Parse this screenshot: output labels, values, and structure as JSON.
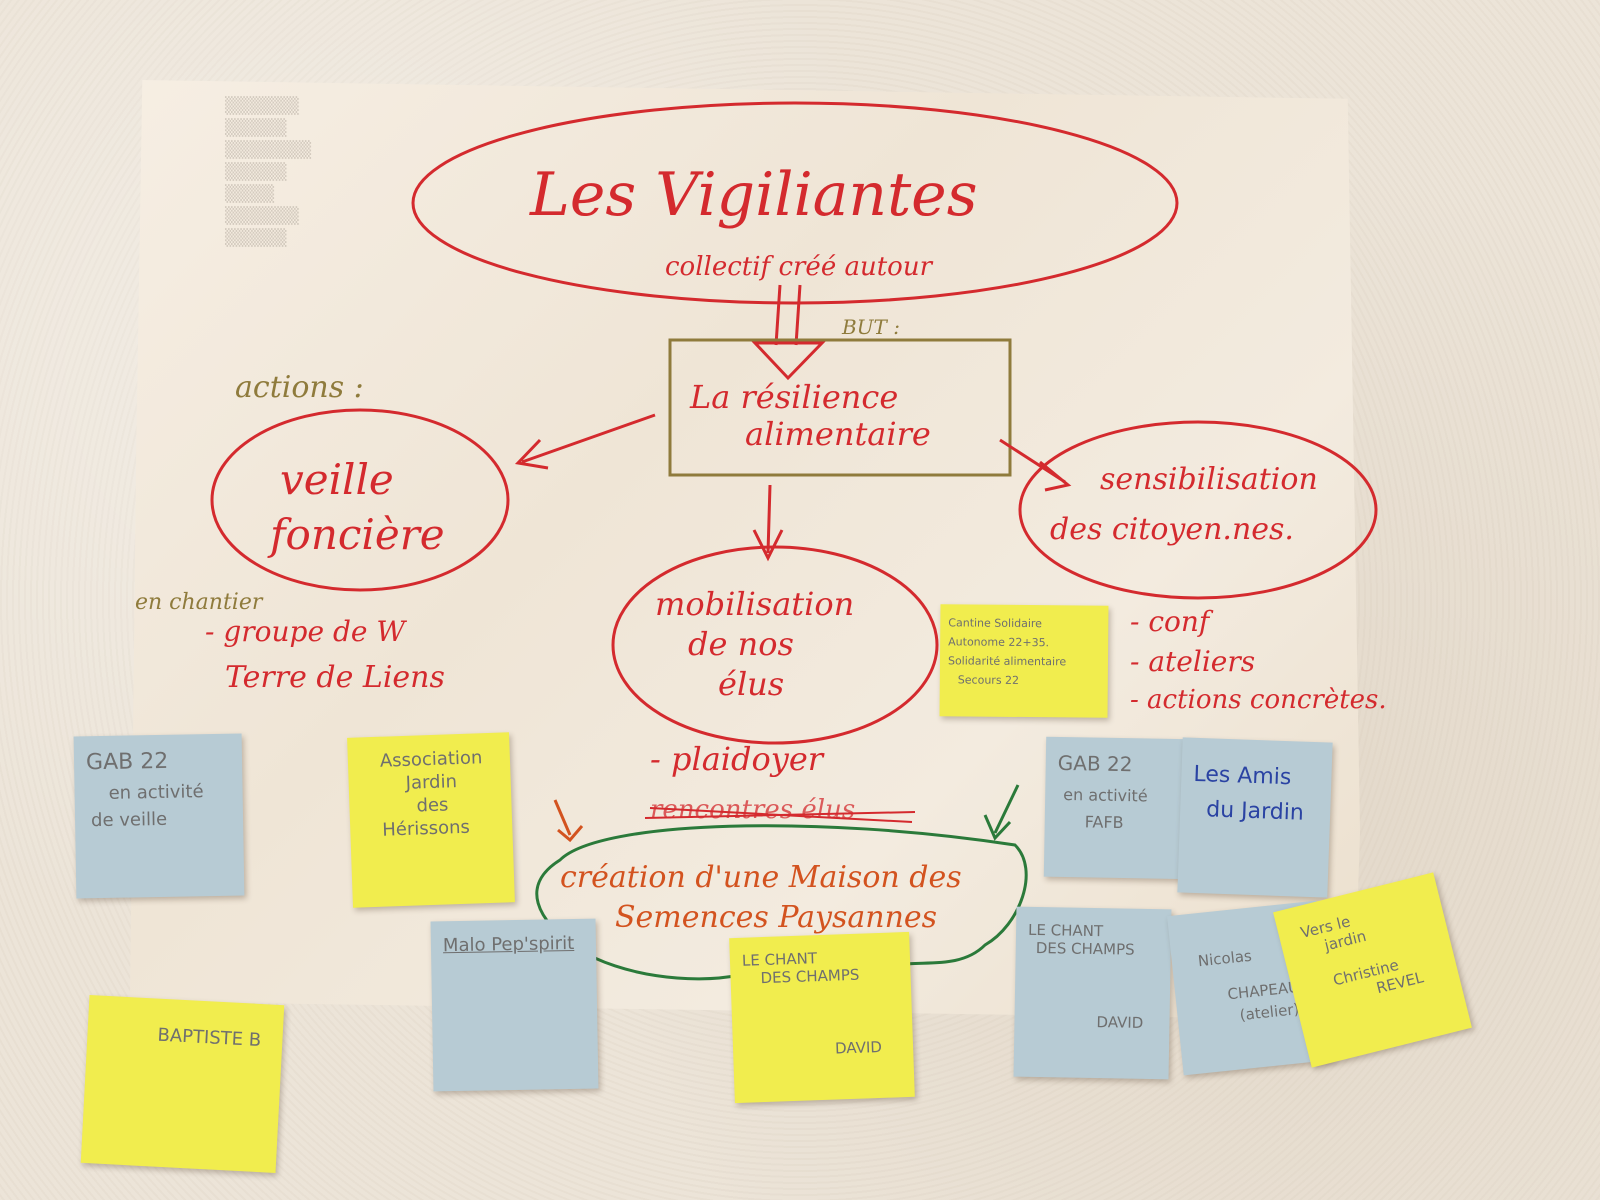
{
  "poster": {
    "title": "Les Vigiliantes",
    "subtitle": "collectif créé autour",
    "but_label": "BUT :",
    "goal_line1": "La résilience",
    "goal_line2": "alimentaire",
    "actions_label": "actions :",
    "veille_line1": "veille",
    "veille_line2": "foncière",
    "veille_note_olive": "en chantier",
    "veille_note_red": "- groupe de W",
    "terre_de_liens": "Terre de Liens",
    "mobilisation_line1": "mobilisation",
    "mobilisation_line2": "de nos",
    "mobilisation_line3": "élus",
    "plaidoyer": "- plaidoyer",
    "scratched": "rencontres élus",
    "sensibilisation_line1": "sensibilisation",
    "sensibilisation_line2": "des citoyen.nes.",
    "sensib_items": [
      "- conf",
      "- ateliers",
      "- actions concrètes."
    ],
    "maison_line1": "création d'une Maison des",
    "maison_line2": "Semences Paysannes"
  },
  "notes": {
    "gab22": [
      "GAB 22",
      "en activité",
      "de veille"
    ],
    "jardin_herissons": [
      "Association",
      "Jardin",
      "des",
      "Hérissons"
    ],
    "cantine": [
      "Cantine Solidaire",
      "Autonome 22+35.",
      "Solidarité alimentaire",
      "Secours 22"
    ],
    "gab22_fafb": [
      "GAB 22",
      "en activité",
      "FAFB"
    ],
    "amis_jardin": [
      "Les Amis",
      "du Jardin"
    ],
    "malo": [
      "Malo Pep'spirit"
    ],
    "baptiste": [
      "BAPTISTE B"
    ],
    "chant_champs_yellow": [
      "LE CHANT",
      "DES CHAMPS",
      "DAVID"
    ],
    "chant_champs_blue": [
      "LE CHANT",
      "DES CHAMPS",
      "DAVID"
    ],
    "nicolas": [
      "Nicolas",
      "CHAPEAU",
      "(atelier)"
    ],
    "vers_jardin": [
      "Vers le",
      "jardin",
      "Christine",
      "REVEL"
    ]
  },
  "colors": {
    "red_marker": "#d42a2e",
    "olive_marker": "#8f7b3c",
    "green_marker": "#2b7a3a",
    "orange_marker": "#d3531f",
    "yellow_note": "#f1ed4e",
    "blue_note": "#b7cbd4"
  }
}
